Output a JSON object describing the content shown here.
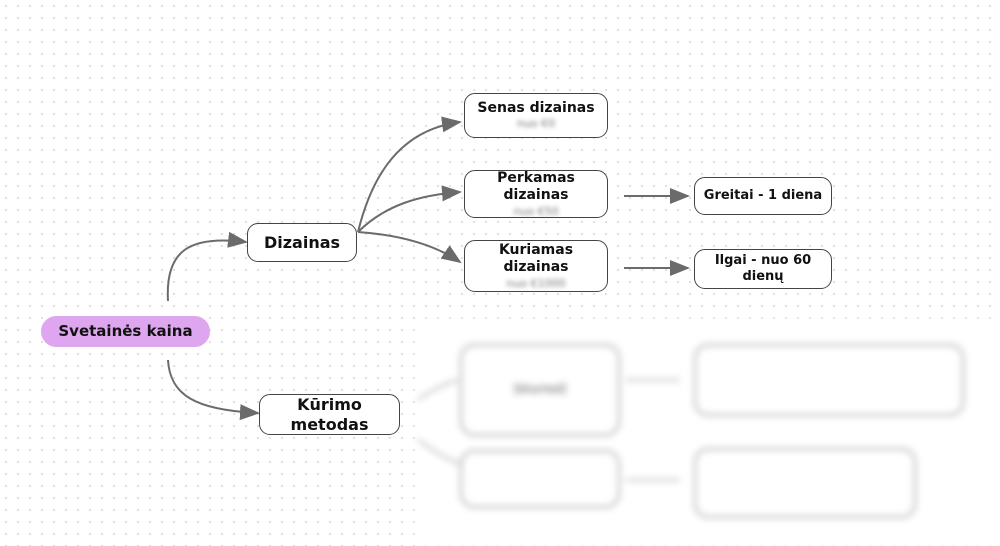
{
  "root": {
    "label": "Svetainės kaina"
  },
  "design": {
    "label": "Dizainas",
    "children": [
      {
        "title": "Senas dizainas",
        "sub": "nuo €0"
      },
      {
        "title": "Perkamas dizainas",
        "sub": "nuo €50",
        "result": "Greitai - 1 diena"
      },
      {
        "title": "Kuriamas dizainas",
        "sub": "nuo €1000",
        "result": "Ilgai - nuo 60 dienų"
      }
    ]
  },
  "method": {
    "label": "Kūrimo metodas",
    "obscured_text": "[blurred]"
  },
  "colors": {
    "root_fill": "#dea6ee",
    "edge": "#6b6b6b",
    "node_border": "#444444"
  }
}
